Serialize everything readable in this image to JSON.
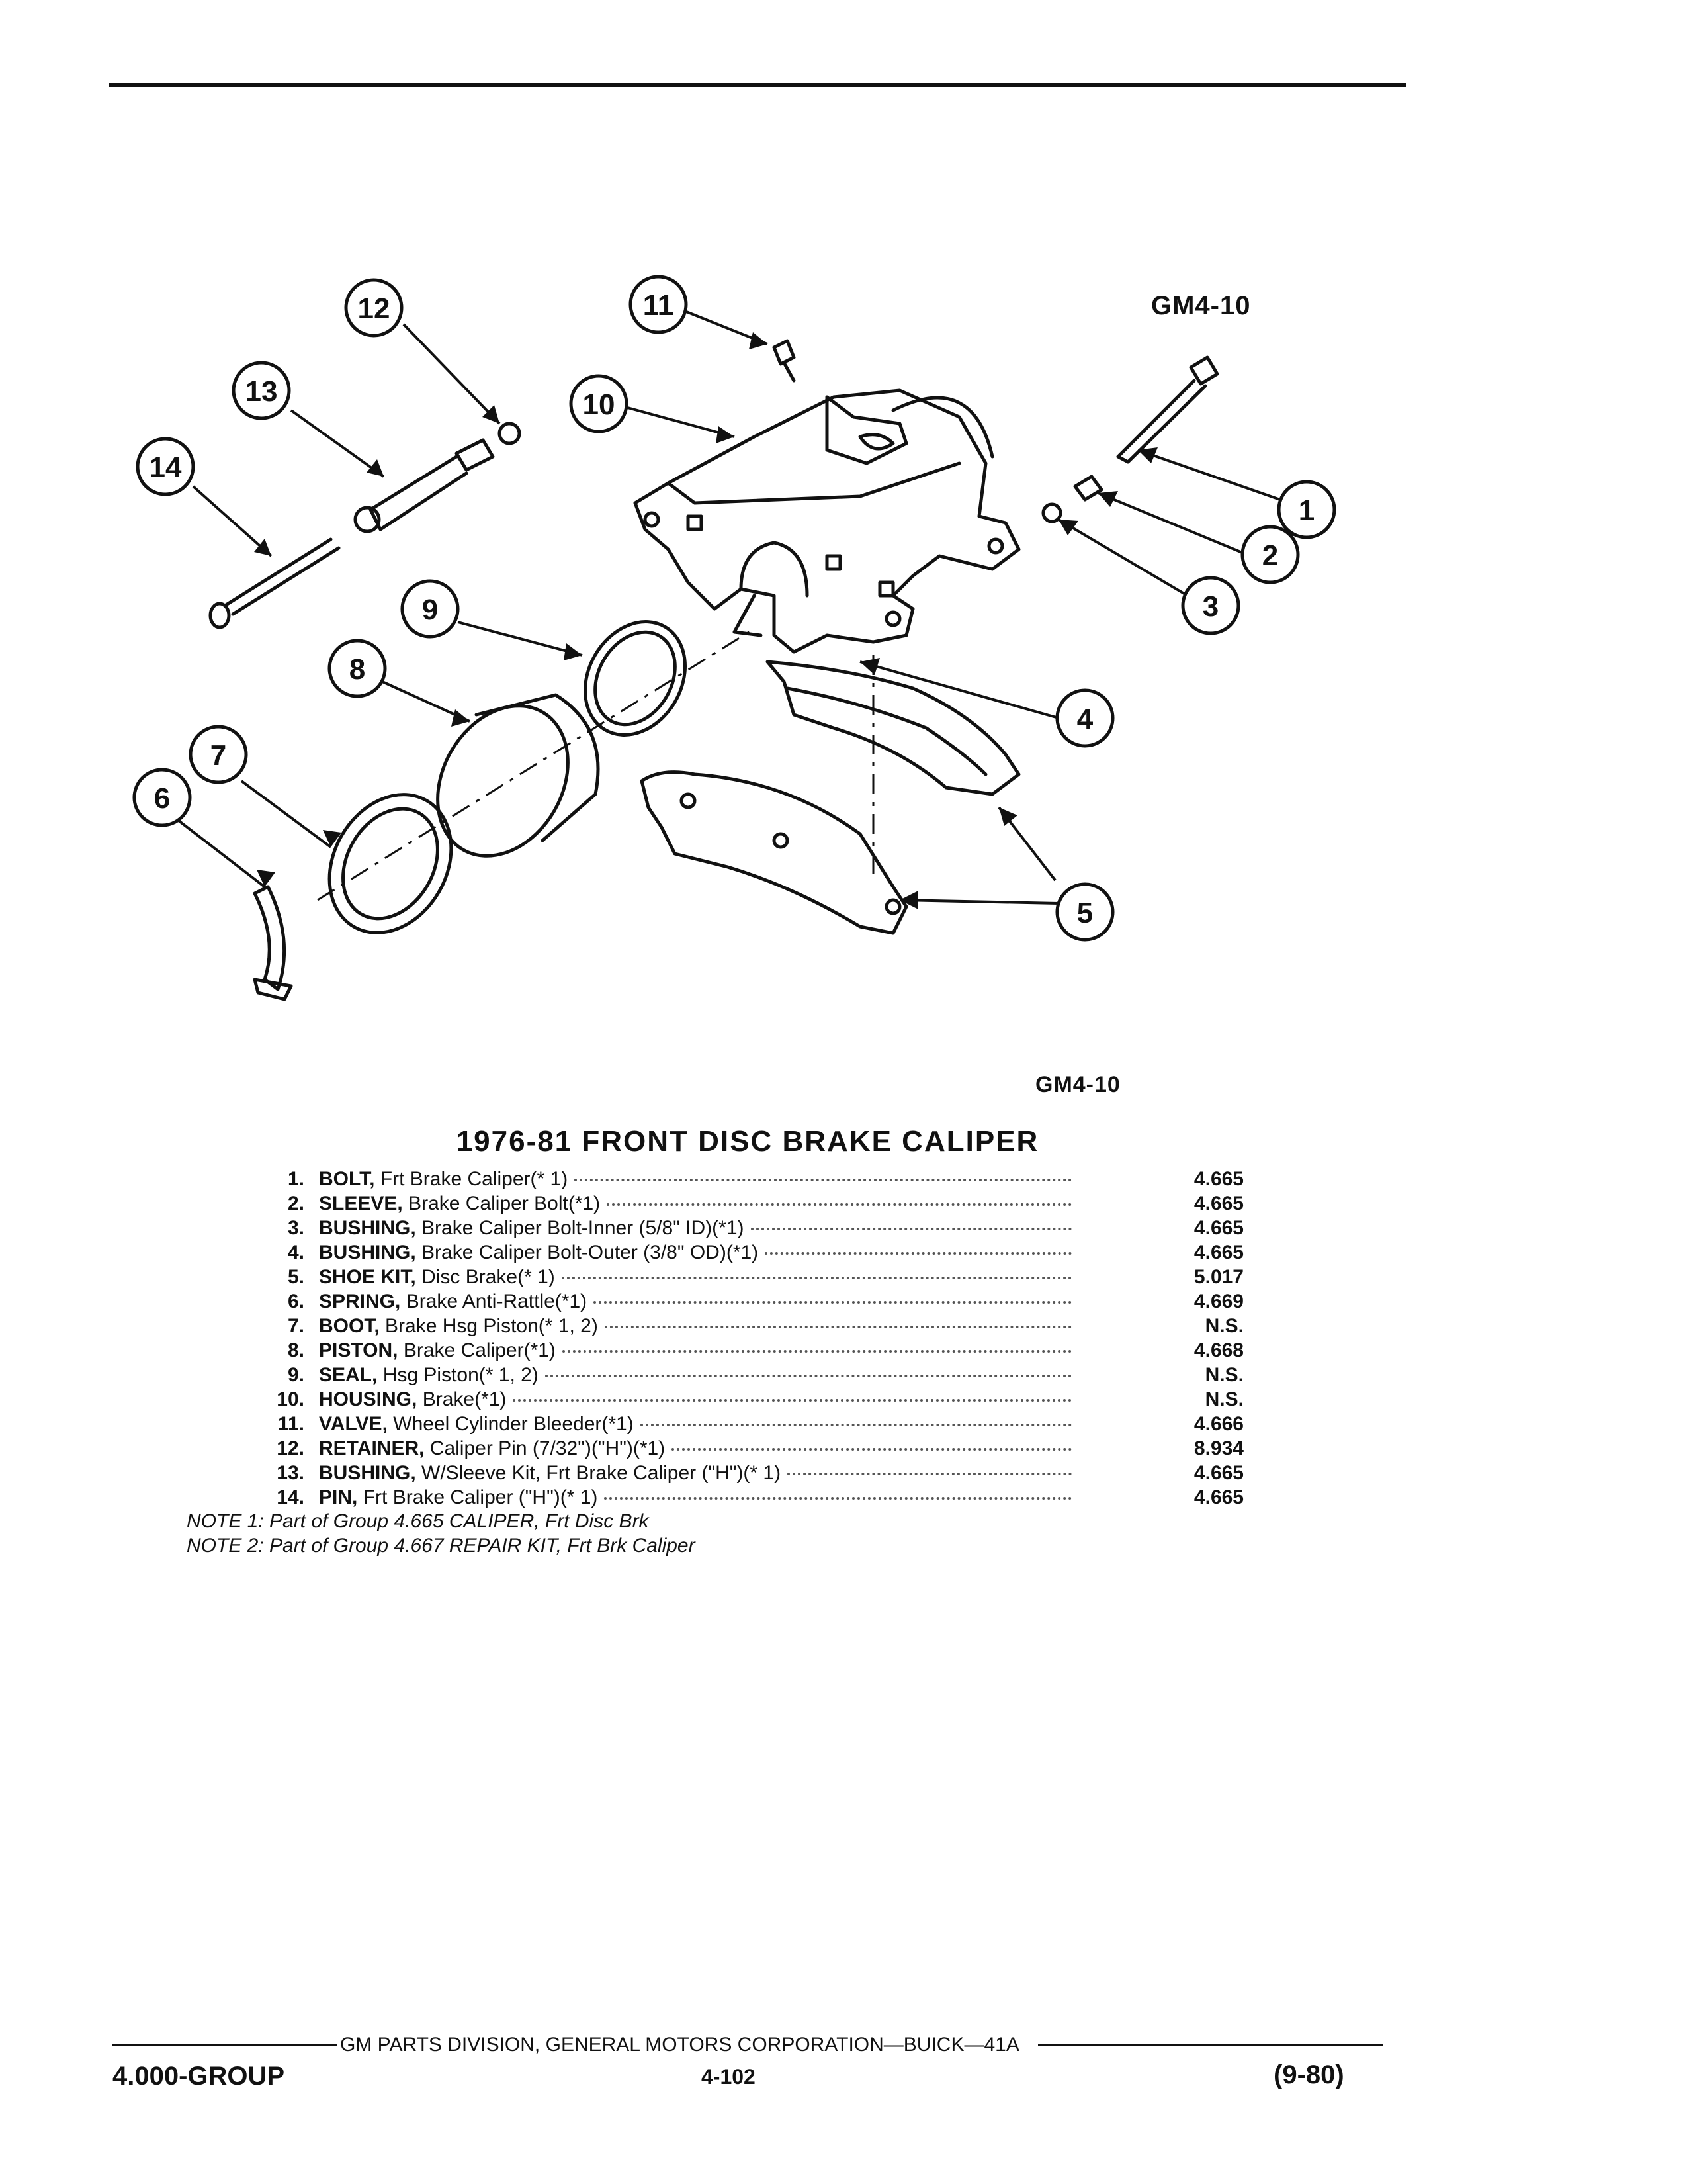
{
  "diagram": {
    "code_top": "GM4-10",
    "code_bottom": "GM4-10",
    "callouts": [
      "1",
      "2",
      "3",
      "4",
      "5",
      "6",
      "7",
      "8",
      "9",
      "10",
      "11",
      "12",
      "13",
      "14"
    ]
  },
  "title": "1976-81 FRONT DISC BRAKE CALIPER",
  "parts": [
    {
      "num": "1.",
      "key": "BOLT,",
      "text": "Frt Brake Caliper(* 1)",
      "group": "4.665"
    },
    {
      "num": "2.",
      "key": "SLEEVE,",
      "text": "Brake Caliper Bolt(*1)",
      "group": "4.665"
    },
    {
      "num": "3.",
      "key": "BUSHING,",
      "text": "Brake Caliper Bolt-Inner (5/8\" ID)(*1)",
      "group": "4.665"
    },
    {
      "num": "4.",
      "key": "BUSHING,",
      "text": "Brake Caliper Bolt-Outer (3/8\" OD)(*1)",
      "group": "4.665"
    },
    {
      "num": "5.",
      "key": "SHOE KIT,",
      "text": "Disc Brake(* 1)",
      "group": "5.017"
    },
    {
      "num": "6.",
      "key": "SPRING,",
      "text": "Brake Anti-Rattle(*1)",
      "group": "4.669"
    },
    {
      "num": "7.",
      "key": "BOOT,",
      "text": "Brake Hsg Piston(* 1, 2)",
      "group": "N.S."
    },
    {
      "num": "8.",
      "key": "PISTON,",
      "text": "Brake Caliper(*1)",
      "group": "4.668"
    },
    {
      "num": "9.",
      "key": "SEAL,",
      "text": "Hsg Piston(* 1, 2)",
      "group": "N.S."
    },
    {
      "num": "10.",
      "key": "HOUSING,",
      "text": "Brake(*1)",
      "group": "N.S."
    },
    {
      "num": "11.",
      "key": "VALVE,",
      "text": "Wheel Cylinder Bleeder(*1)",
      "group": "4.666"
    },
    {
      "num": "12.",
      "key": "RETAINER,",
      "text": "Caliper Pin (7/32\")(\"H\")(*1)",
      "group": "8.934"
    },
    {
      "num": "13.",
      "key": "BUSHING,",
      "text": "W/Sleeve Kit, Frt Brake Caliper (\"H\")(* 1)",
      "group": "4.665"
    },
    {
      "num": "14.",
      "key": "PIN,",
      "text": "Frt Brake Caliper (\"H\")(* 1)",
      "group": "4.665"
    }
  ],
  "notes": [
    "NOTE 1: Part of Group 4.665 CALIPER, Frt Disc Brk",
    "NOTE 2: Part of Group 4.667 REPAIR KIT, Frt Brk Caliper"
  ],
  "footer": {
    "publisher": "GM PARTS DIVISION, GENERAL MOTORS CORPORATION—BUICK—41A",
    "group": "4.000-GROUP",
    "page": "4-102",
    "date": "(9-80)"
  }
}
